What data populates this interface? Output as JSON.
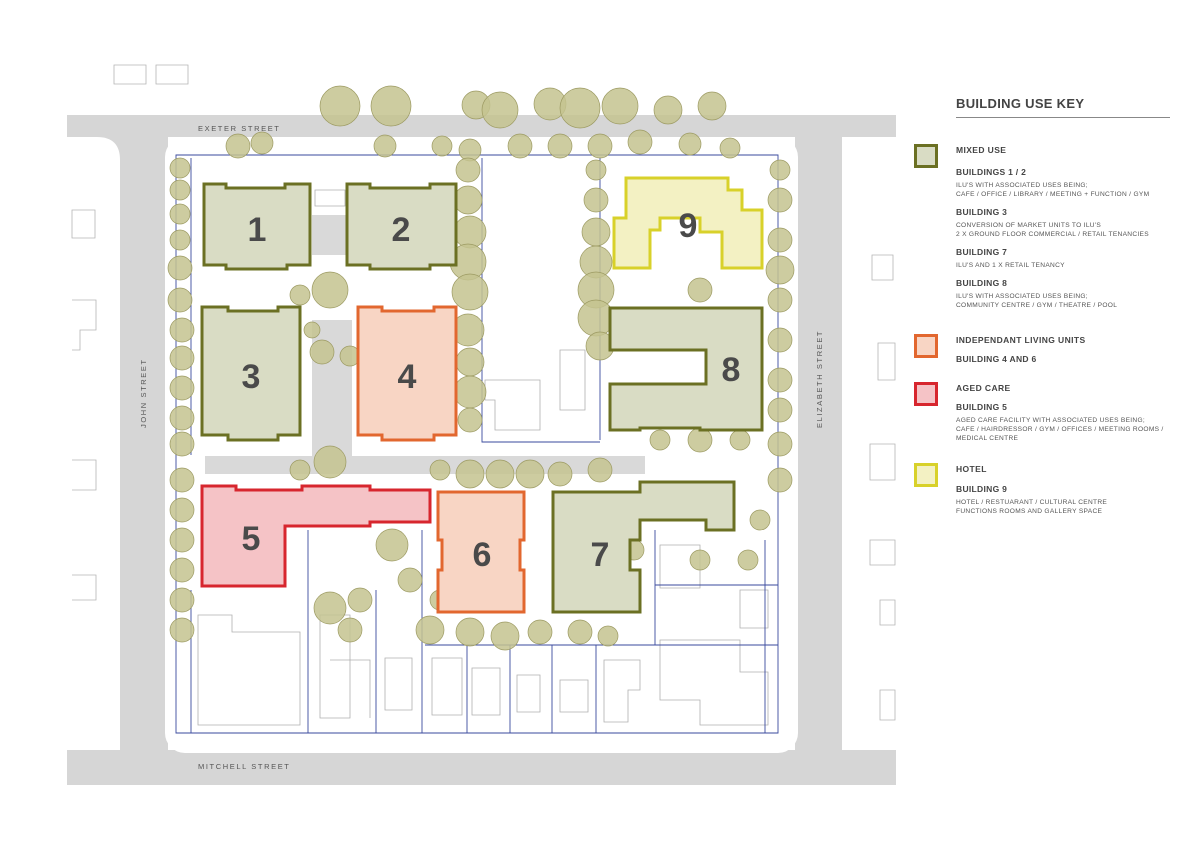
{
  "legend": {
    "title": "BUILDING USE KEY",
    "categories": [
      {
        "label": "MIXED USE",
        "fill": "#d9dcc4",
        "stroke": "#6b7023",
        "entries": [
          {
            "heading": "BUILDINGS 1 / 2",
            "lines": [
              "ILU'S WITH ASSOCIATED USES BEING;",
              "CAFE / OFFICE / LIBRARY / MEETING + FUNCTION / GYM"
            ]
          },
          {
            "heading": "BUILDING 3",
            "lines": [
              "CONVERSION OF MARKET UNITS TO ILU'S",
              "2 X GROUND FLOOR COMMERCIAL / RETAIL TENANCIES"
            ]
          },
          {
            "heading": "BUILDING 7",
            "lines": [
              "ILU'S AND 1 X RETAIL TENANCY"
            ]
          },
          {
            "heading": "BUILDING 8",
            "lines": [
              "ILU'S WITH ASSOCIATED USES BEING;",
              "COMMUNITY CENTRE / GYM / THEATRE / POOL"
            ]
          }
        ]
      },
      {
        "label": "INDEPENDANT LIVING UNITS",
        "fill": "#f8d5c4",
        "stroke": "#e2672f",
        "entries": [
          {
            "heading": "BUILDING 4 AND 6",
            "lines": []
          }
        ]
      },
      {
        "label": "AGED CARE",
        "fill": "#f5c3c6",
        "stroke": "#d7262e",
        "entries": [
          {
            "heading": "BUILDING 5",
            "lines": [
              "AGED CARE FACILITY WITH ASSOCIATED USES BEING;",
              "CAFE / HAIRDRESSOR / GYM / OFFICES / MEETING ROOMS /",
              "MEDICAL CENTRE"
            ]
          }
        ]
      },
      {
        "label": "HOTEL",
        "fill": "#f3f1c3",
        "stroke": "#d8d12a",
        "entries": [
          {
            "heading": "BUILDING 9",
            "lines": [
              "HOTEL / RESTUARANT / CULTURAL CENTRE",
              "FUNCTIONS ROOMS AND GALLERY SPACE"
            ]
          }
        ]
      }
    ]
  },
  "streets": {
    "north": "EXETER STREET",
    "west": "JOHN STREET",
    "east": "ELIZABETH STREET",
    "south": "MITCHELL STREET"
  },
  "buildings": [
    {
      "number": "1",
      "use": "mixed"
    },
    {
      "number": "2",
      "use": "mixed"
    },
    {
      "number": "3",
      "use": "mixed"
    },
    {
      "number": "4",
      "use": "ilu"
    },
    {
      "number": "5",
      "use": "aged"
    },
    {
      "number": "6",
      "use": "ilu"
    },
    {
      "number": "7",
      "use": "mixed"
    },
    {
      "number": "8",
      "use": "mixed"
    },
    {
      "number": "9",
      "use": "hotel"
    }
  ],
  "colors": {
    "road": "#d6d6d6",
    "tree_fill": "#c4c38f",
    "tree_stroke": "#9c9a62",
    "site_boundary": "#3a4a9e",
    "footprint_outline": "#aaaaaa"
  }
}
